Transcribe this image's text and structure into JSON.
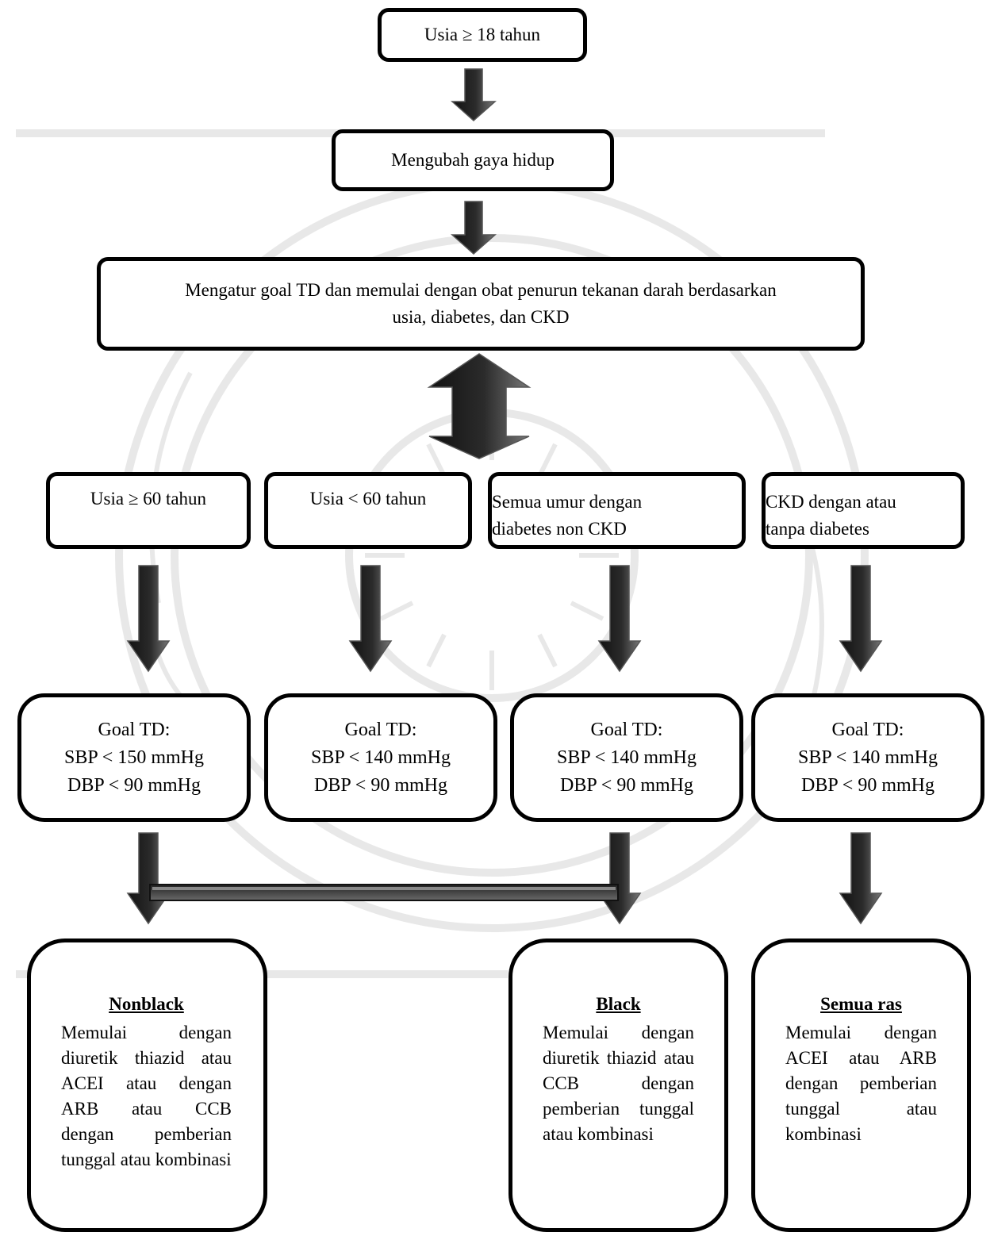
{
  "flowchart": {
    "start": "Usia ≥ 18 tahun",
    "lifestyle": "Mengubah gaya hidup",
    "goal_setting": {
      "line1": "Mengatur goal TD dan memulai dengan obat penurun tekanan darah berdasarkan",
      "line2": "usia, diabetes, dan CKD"
    },
    "groups": [
      {
        "line1": "Usia ≥ 60 tahun",
        "line2": ""
      },
      {
        "line1": "Usia < 60 tahun",
        "line2": ""
      },
      {
        "line1": "Semua umur dengan",
        "line2": "diabetes non CKD"
      },
      {
        "line1": "CKD dengan atau",
        "line2": "tanpa diabetes"
      }
    ],
    "goals": [
      {
        "title": "Goal TD:",
        "sbp": "SBP < 150 mmHg",
        "dbp": "DBP < 90 mmHg"
      },
      {
        "title": "Goal TD:",
        "sbp": "SBP < 140 mmHg",
        "dbp": "DBP < 90 mmHg"
      },
      {
        "title": "Goal TD:",
        "sbp": "SBP < 140 mmHg",
        "dbp": "DBP < 90 mmHg"
      },
      {
        "title": "Goal TD:",
        "sbp": "SBP < 140 mmHg",
        "dbp": "DBP < 90 mmHg"
      }
    ],
    "treatments": [
      {
        "heading": "Nonblack",
        "text": "Memulai dengan diuretik thiazid atau ACEI atau dengan ARB atau CCB dengan pemberian tunggal atau kombinasi"
      },
      {
        "heading": "Black",
        "text": "Memulai dengan diuretik thiazid atau CCB dengan pemberian tunggal atau kombinasi"
      },
      {
        "heading": "Semua ras",
        "text": "Memulai dengan ACEI atau ARB dengan pemberian tunggal atau kombinasi"
      }
    ]
  },
  "colors": {
    "border": "#000000",
    "arrow_fill": "#2b2b2b",
    "arrow_highlight": "#8a8a8a",
    "watermark": "#9a9a9a"
  }
}
